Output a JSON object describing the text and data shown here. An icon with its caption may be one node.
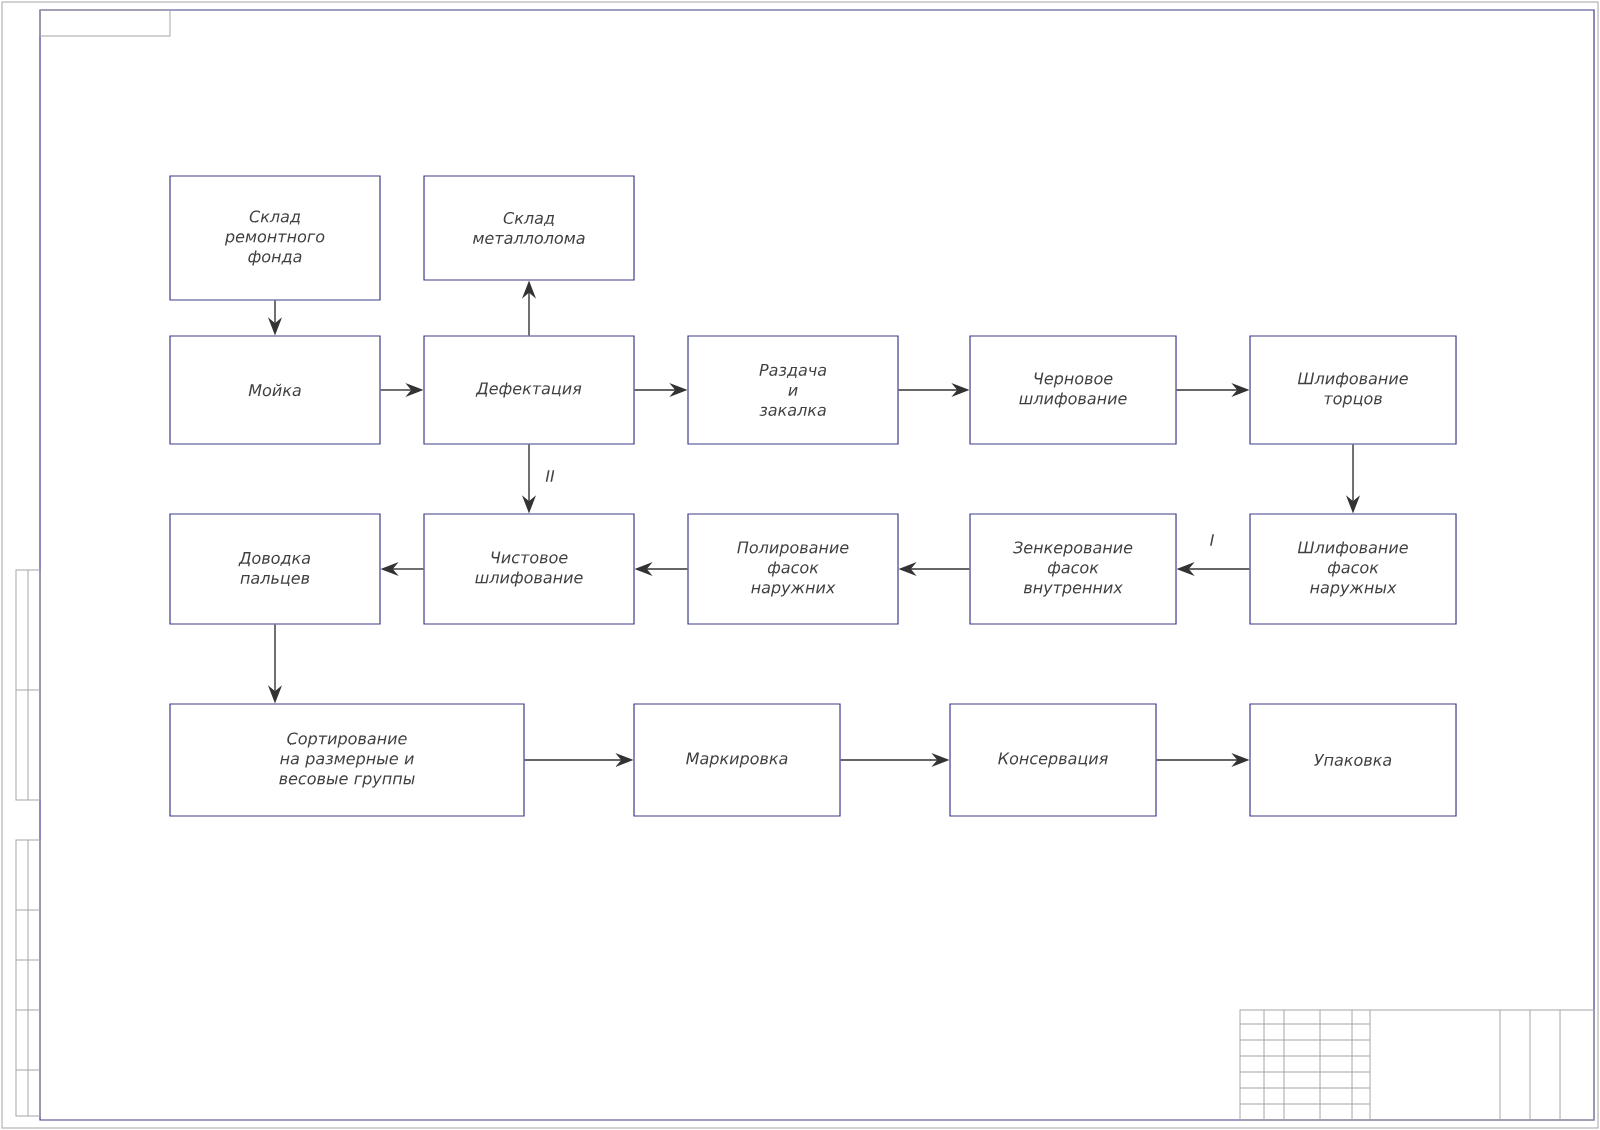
{
  "diagram": {
    "nodes": [
      {
        "text": [
          "Склад ремонтного фонда"
        ]
      },
      {
        "text": [
          "Склад металлолома"
        ]
      },
      {
        "text": [
          "Мойка"
        ]
      },
      {
        "text": [
          "Дефектация"
        ]
      },
      {
        "text": [
          "Раздача и закалка"
        ]
      },
      {
        "text": [
          "Черновое шлифование"
        ]
      },
      {
        "text": [
          "Шлифование торцов"
        ]
      },
      {
        "text": [
          "Доводка пальцев"
        ]
      },
      {
        "text": [
          "Чистовое шлифование"
        ]
      },
      {
        "text": [
          "Полирование фасок наружних"
        ]
      },
      {
        "text": [
          "Зенкерование фасок внутренних"
        ]
      },
      {
        "text": [
          "Шлифование фасок наружных"
        ]
      },
      {
        "text": [
          "Сортирование на размерные и весовые группы"
        ]
      },
      {
        "text": [
          "Маркировка"
        ]
      },
      {
        "text": [
          "Консервация"
        ]
      },
      {
        "text": [
          "Упаковка"
        ]
      }
    ],
    "edges": [
      {
        "from": 0,
        "to": 2,
        "arrow": "to"
      },
      {
        "from": 2,
        "to": 3,
        "arrow": "to"
      },
      {
        "from": 3,
        "to": 1,
        "arrow": "to"
      },
      {
        "from": 3,
        "to": 4,
        "arrow": "to"
      },
      {
        "from": 4,
        "to": 5,
        "arrow": "to"
      },
      {
        "from": 5,
        "to": 6,
        "arrow": "to"
      },
      {
        "from": 6,
        "to": 11,
        "arrow": "to"
      },
      {
        "from": 11,
        "to": 10,
        "arrow": "to",
        "label": "I"
      },
      {
        "from": 10,
        "to": 9,
        "arrow": "to"
      },
      {
        "from": 9,
        "to": 8,
        "arrow": "to"
      },
      {
        "from": 3,
        "to": 8,
        "arrow": "to",
        "label": "II"
      },
      {
        "from": 8,
        "to": 7,
        "arrow": "to"
      },
      {
        "from": 7,
        "to": 12,
        "arrow": "to"
      },
      {
        "from": 12,
        "to": 13,
        "arrow": "to"
      },
      {
        "from": 13,
        "to": 14,
        "arrow": "to"
      },
      {
        "from": 14,
        "to": 15,
        "arrow": "to"
      }
    ]
  }
}
